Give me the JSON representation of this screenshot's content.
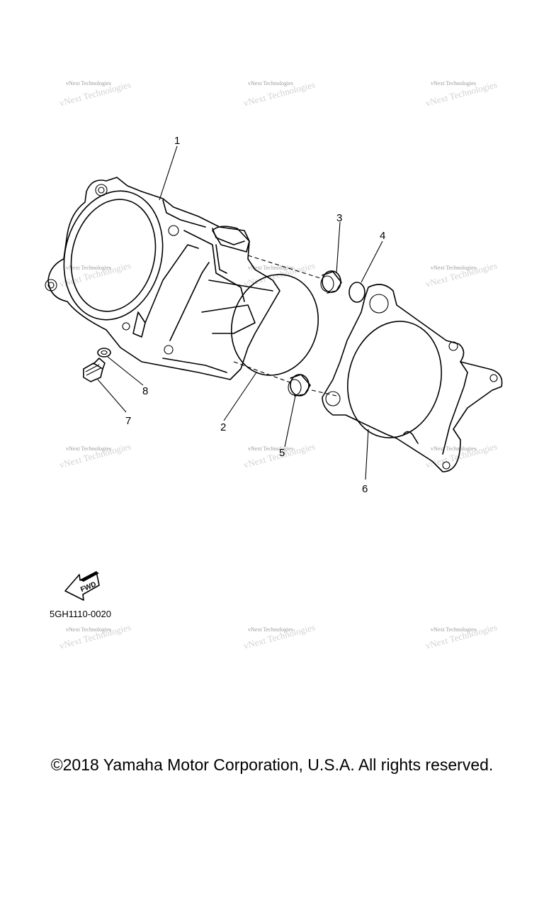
{
  "callouts": [
    "1",
    "2",
    "3",
    "4",
    "5",
    "6",
    "7",
    "8"
  ],
  "fwd_label": "FWD",
  "part_code": "5GH1110-0020",
  "copyright": "©2018 Yamaha Motor Corporation, U.S.A. All rights reserved.",
  "watermark": "vNext Technologies"
}
